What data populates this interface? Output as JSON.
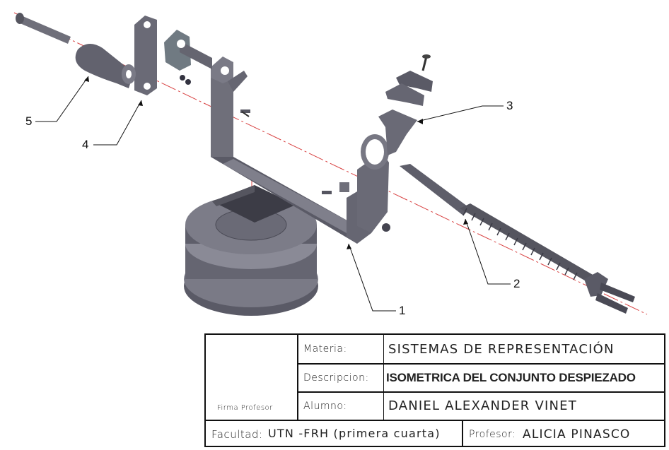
{
  "callouts": [
    {
      "number": "1"
    },
    {
      "number": "2"
    },
    {
      "number": "3"
    },
    {
      "number": "4"
    },
    {
      "number": "5"
    }
  ],
  "title_block": {
    "firma_label": "Firma Profesor",
    "materia_label": "Materia:",
    "materia_value": "SISTEMAS DE REPRESENTACIÓN",
    "descripcion_label": "Descripcion:",
    "descripcion_value": "ISOMETRICA DEL CONJUNTO DESPIEZADO",
    "alumno_label": "Alumno:",
    "alumno_value": "DANIEL ALEXANDER VINET",
    "facultad_label": "Facultad:",
    "facultad_value": "UTN -FRH (primera cuarta)",
    "profesor_label": "Profesor:",
    "profesor_value": "ALICIA PINASCO"
  },
  "colors": {
    "part_fill": "#6f6f7a",
    "part_dark": "#4a4a55",
    "part_light": "#9a9aa6",
    "centerline": "#d84040"
  }
}
